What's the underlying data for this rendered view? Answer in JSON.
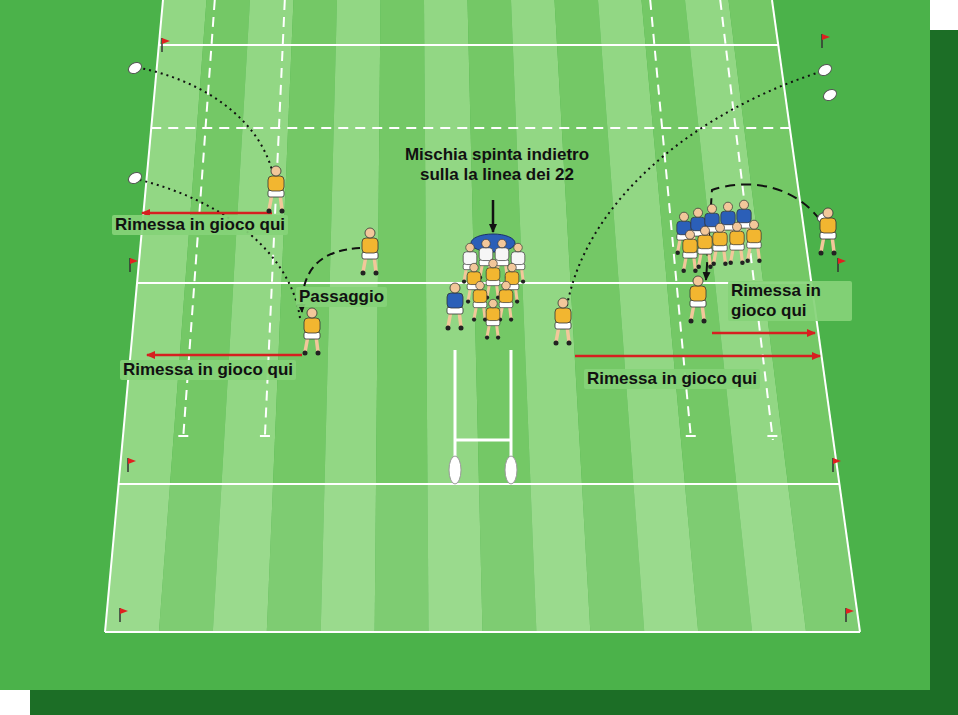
{
  "diagram": {
    "labels": [
      "Mischia spinta indietro sulla la linea dei 22",
      "Rimessa in gioco qui",
      "Passaggio",
      "Rimessa in gioco qui",
      "Rimessa in gioco qui",
      "Rimessa in gioco qui"
    ]
  }
}
